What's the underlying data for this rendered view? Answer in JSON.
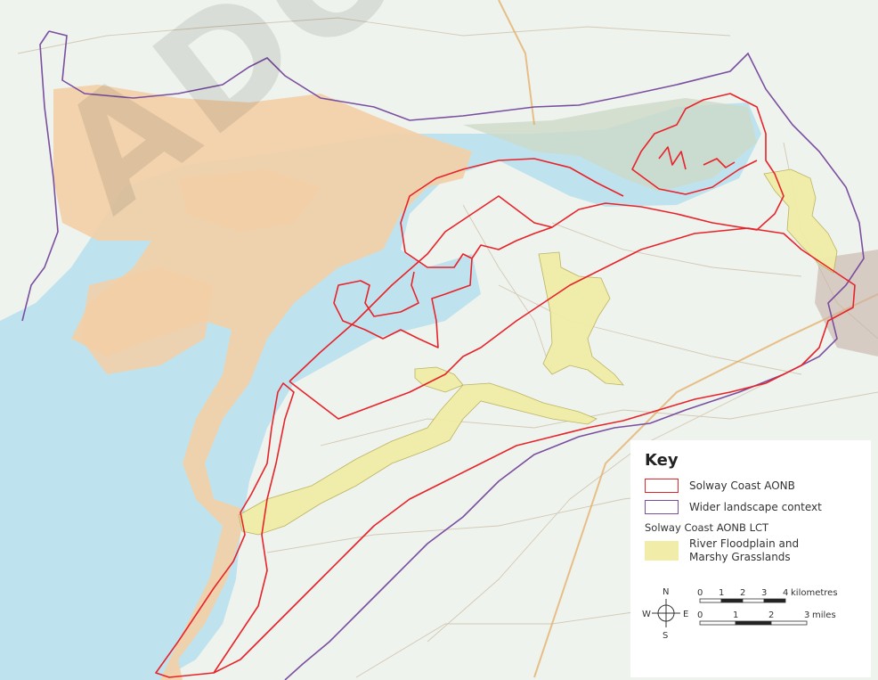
{
  "key": {
    "title": "Key",
    "items": [
      {
        "label": "Solway Coast AONB",
        "color": "#e8232a"
      },
      {
        "label": "Wider landscape context",
        "color": "#7b4fa0"
      }
    ],
    "subheading": "Solway Coast AONB LCT",
    "lct_item": {
      "label": "River Floodplain and Marshy Grasslands",
      "color": "#f1eca7"
    }
  },
  "scale": {
    "km_ticks": [
      "0",
      "1",
      "2",
      "3",
      "4"
    ],
    "km_unit": "kilometres",
    "mile_ticks": [
      "0",
      "1",
      "2",
      "3"
    ],
    "mile_unit": "miles"
  },
  "compass": {
    "n": "N",
    "s": "S",
    "e": "E",
    "w": "W"
  },
  "watermark": "ADOPT",
  "colors": {
    "sea": "#bfe3ee",
    "sand": "#f3cfa6",
    "land": "#eef3ee",
    "aonb": "#e8232a",
    "context": "#7b4fa0",
    "floodplain": "#f1eca7"
  }
}
